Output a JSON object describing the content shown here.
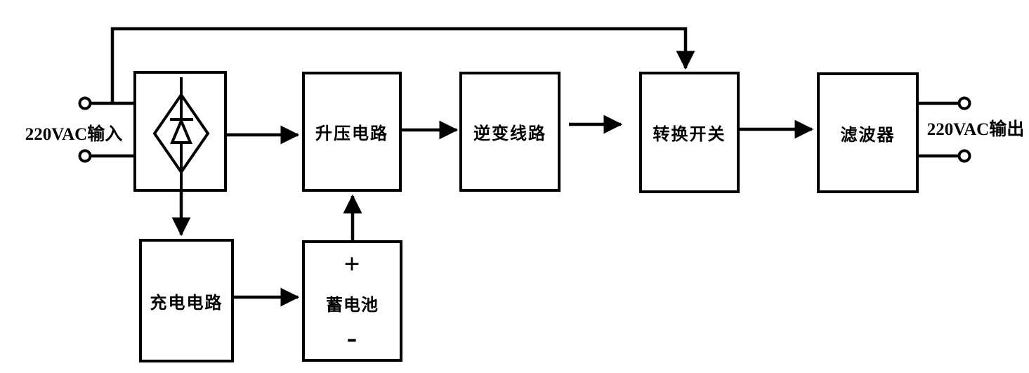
{
  "colors": {
    "background": "#ffffff",
    "line": "#000000",
    "text": "#000000"
  },
  "io": {
    "input_label": "220VAC输入",
    "output_label": "220VAC输出"
  },
  "blocks": {
    "boost": "升压电路",
    "inverter": "逆变线路",
    "transfer_switch": "转换开关",
    "filter": "滤波器",
    "charger": "充电电路",
    "battery_plus": "+",
    "battery_name": "蓄电池",
    "battery_minus": "-"
  },
  "icons": {
    "rectifier_symbol": "diode-bridge-rectifier-icon",
    "terminals": "circle-terminal-icon"
  }
}
